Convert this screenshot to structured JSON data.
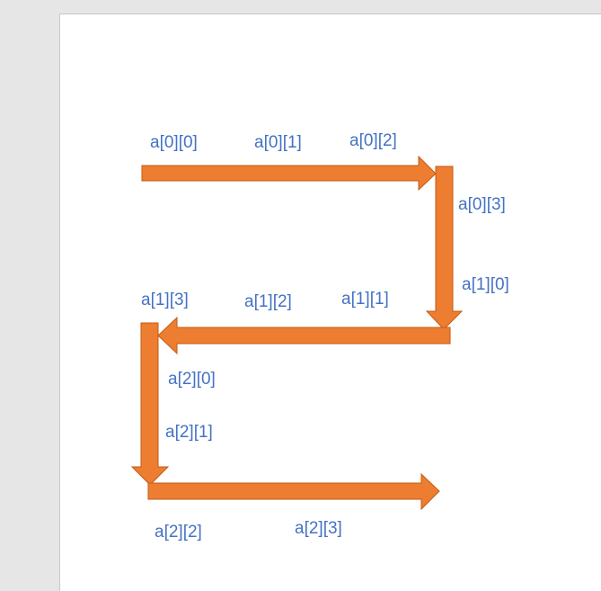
{
  "colors": {
    "arrow_fill": "#ed7d31",
    "arrow_stroke": "#c55a11",
    "label": "#4472c4"
  },
  "labels": {
    "a00": "a[0][0]",
    "a01": "a[0][1]",
    "a02": "a[0][2]",
    "a03": "a[0][3]",
    "a10": "a[1][0]",
    "a11": "a[1][1]",
    "a12": "a[1][2]",
    "a13": "a[1][3]",
    "a20": "a[2][0]",
    "a21": "a[2][1]",
    "a22": "a[2][2]",
    "a23": "a[2][3]"
  }
}
